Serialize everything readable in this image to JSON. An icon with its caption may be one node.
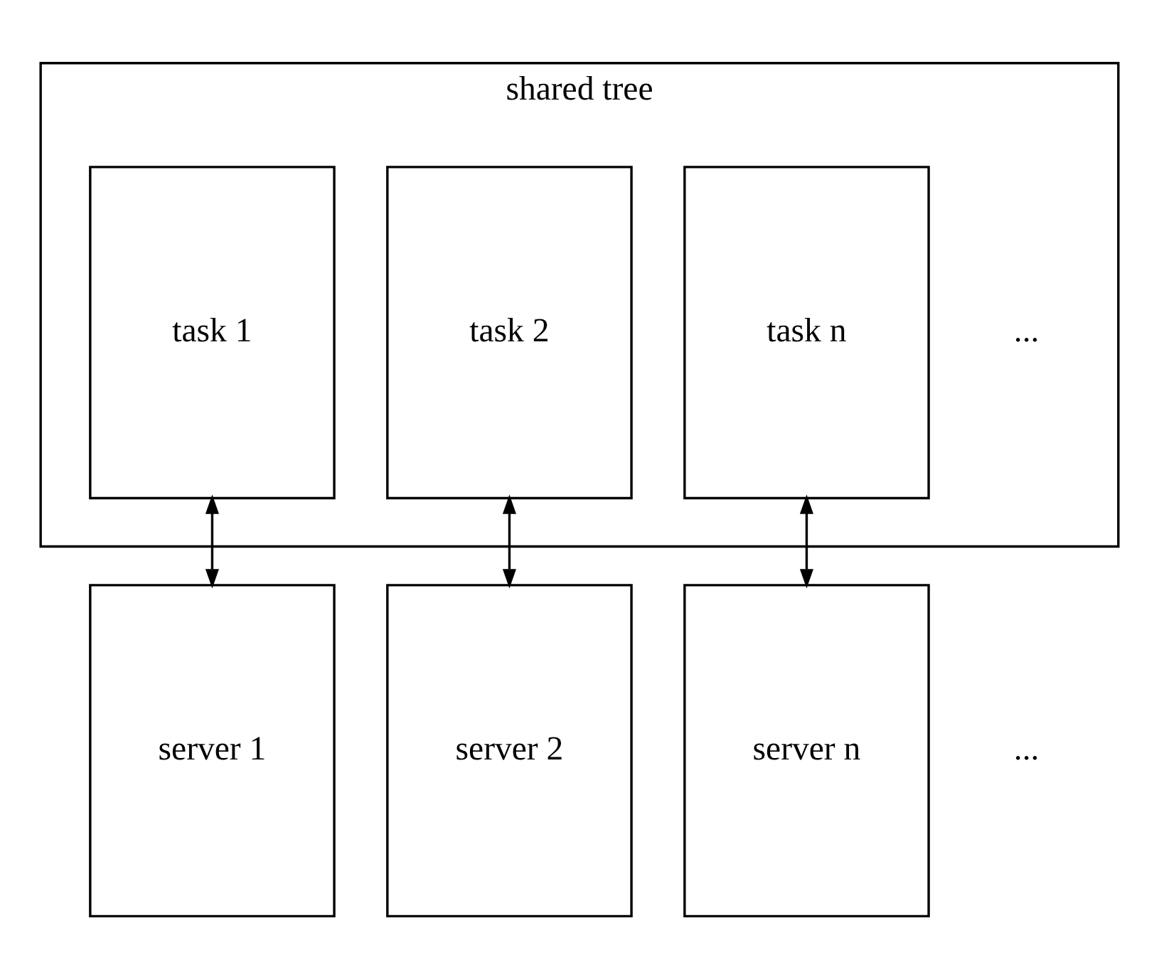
{
  "diagram": {
    "nodes": [
      {
        "text": [
          "shared tree"
        ]
      },
      {
        "text": [
          "task 1"
        ],
        "in": 0
      },
      {
        "text": [
          "task 2"
        ],
        "in": 0
      },
      {
        "text": [
          "task n"
        ],
        "in": 0
      },
      {
        "text": [
          "server 1"
        ]
      },
      {
        "text": [
          "server 2"
        ]
      },
      {
        "text": [
          "server n"
        ]
      }
    ],
    "edges": [
      {
        "from": 1,
        "to": 4,
        "arrow": "both"
      },
      {
        "from": 2,
        "to": 5,
        "arrow": "both"
      },
      {
        "from": 3,
        "to": 6,
        "arrow": "both"
      }
    ],
    "labels": [
      "...",
      "..."
    ]
  }
}
